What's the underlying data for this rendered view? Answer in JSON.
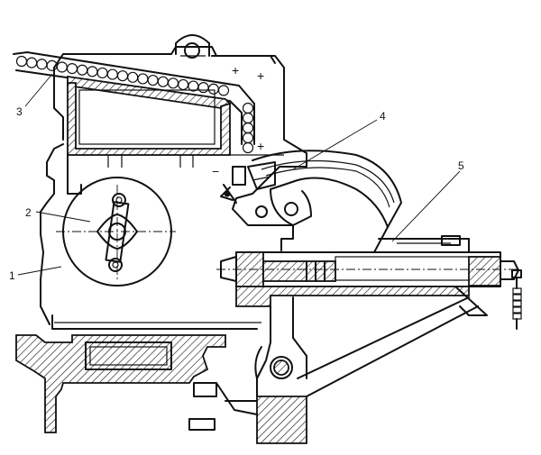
{
  "callouts": [
    {
      "id": "callout-1",
      "label": "1"
    },
    {
      "id": "callout-2",
      "label": "2"
    },
    {
      "id": "callout-3",
      "label": "3"
    },
    {
      "id": "callout-4",
      "label": "4"
    },
    {
      "id": "callout-5",
      "label": "5"
    }
  ],
  "colors": {
    "ink": "#111111",
    "paper": "#ffffff"
  }
}
